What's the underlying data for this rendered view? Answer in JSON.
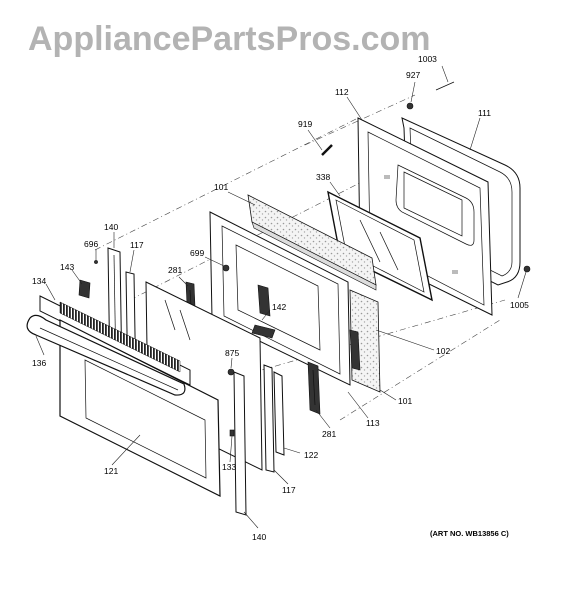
{
  "watermark": "AppliancePartsPros.com",
  "art_number": "(ART NO. WB13856 C)",
  "callouts": {
    "c1003": "1003",
    "c927": "927",
    "c112": "112",
    "c111": "111",
    "c919": "919",
    "c338": "338",
    "c101a": "101",
    "c699": "699",
    "c140a": "140",
    "c117a": "117",
    "c696": "696",
    "c143": "143",
    "c134": "134",
    "c281a": "281",
    "c142": "142",
    "c1005": "1005",
    "c102": "102",
    "c875": "875",
    "c136": "136",
    "c101b": "101",
    "c113": "113",
    "c281b": "281",
    "c121": "121",
    "c133": "133",
    "c122": "122",
    "c117b": "117",
    "c140b": "140"
  }
}
